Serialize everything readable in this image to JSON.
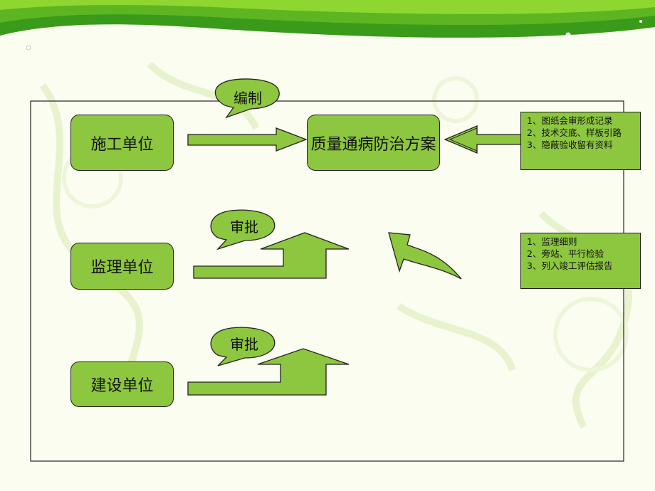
{
  "units": {
    "construction": "施工单位",
    "supervision": "监理单位",
    "owner": "建设单位"
  },
  "plan": "质量通病防治方案",
  "bubbles": {
    "compile": "编制",
    "approve_1": "审批",
    "approve_2": "审批"
  },
  "notes": {
    "construction": [
      "1、图纸会审形成记录",
      "2、技术交底、样板引路",
      "3、隐蔽验收留有资料"
    ],
    "supervision": [
      "1、监理细则",
      "2、旁站、平行检验",
      "3、列入竣工评估报告"
    ]
  },
  "colors": {
    "box_fill": "#8dc63f",
    "banner_dark": "#3a9a1a",
    "banner_light": "#8ed630",
    "background": "#fbfdf0"
  }
}
